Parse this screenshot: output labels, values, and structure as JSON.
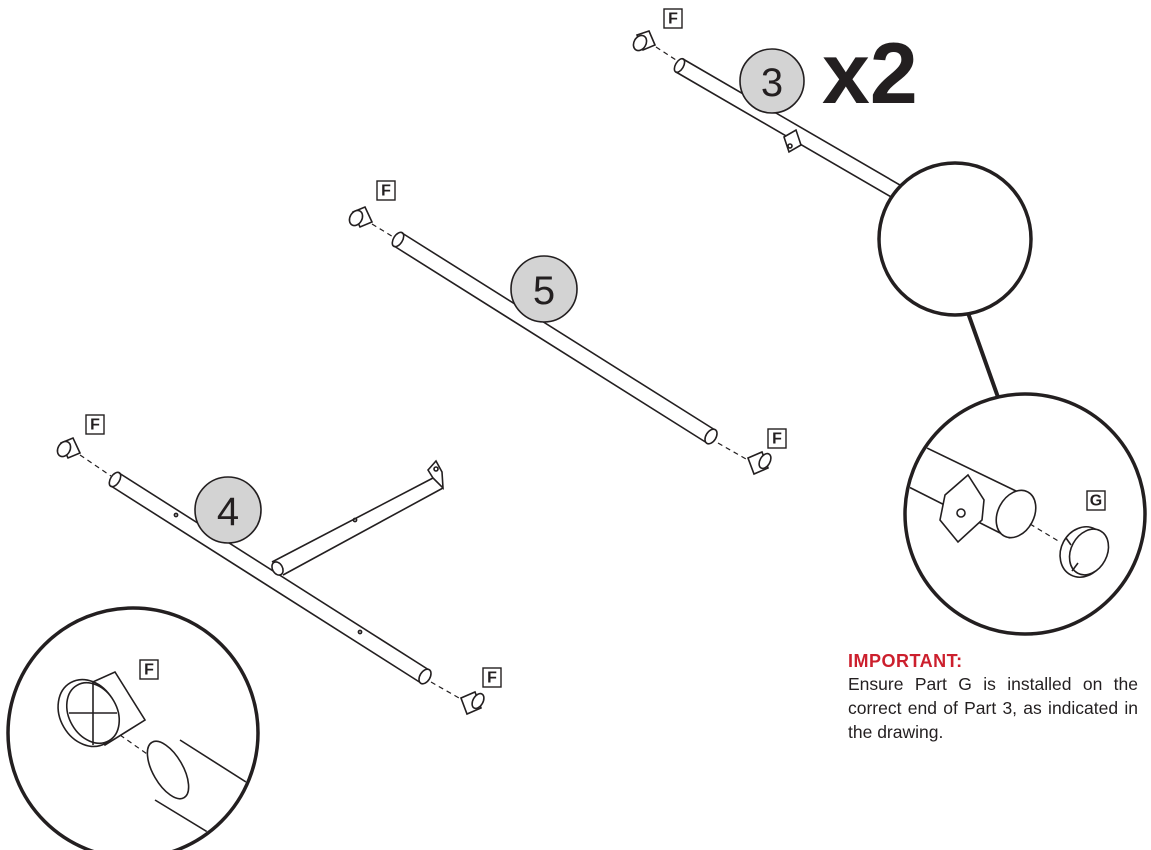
{
  "parts": {
    "part3": {
      "number": "3",
      "quantity": "x2"
    },
    "part4": {
      "number": "4"
    },
    "part5": {
      "number": "5"
    }
  },
  "labels": {
    "end_cap_f": "F",
    "end_cap_g": "G"
  },
  "note": {
    "title": "IMPORTANT:",
    "text": "Ensure Part G is installed on the correct end of Part 3, as indicated in the drawing."
  },
  "colors": {
    "line": "#231f20",
    "badge_fill": "#d3d3d3",
    "important": "#cc1f2d"
  }
}
